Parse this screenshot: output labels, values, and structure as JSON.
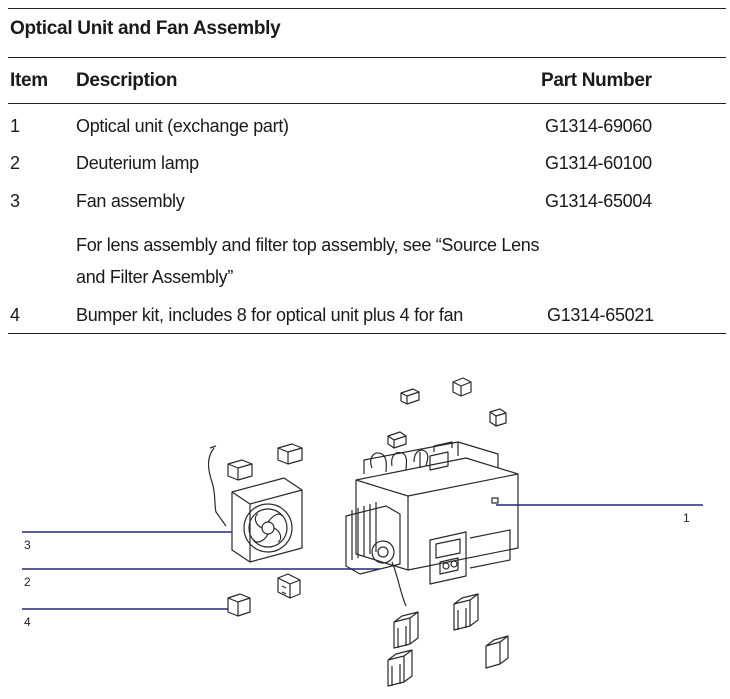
{
  "table": {
    "title": "Optical Unit and Fan Assembly",
    "headers": {
      "item": "Item",
      "description": "Description",
      "part_number": "Part Number"
    },
    "rows": [
      {
        "item": "1",
        "description": "Optical unit (exchange part)",
        "part_number": "G1314-69060"
      },
      {
        "item": "2",
        "description": "Deuterium lamp",
        "part_number": "G1314-60100"
      },
      {
        "item": "3",
        "description": "Fan assembly",
        "part_number": "G1314-65004"
      },
      {
        "item": "",
        "description_line1": "For lens assembly and filter top assembly, see “Source Lens",
        "description_line2": "and Filter Assembly”",
        "part_number": ""
      },
      {
        "item": "4",
        "description": "Bumper kit, includes 8 for optical unit plus 4 for fan",
        "part_number": "G1314-65021"
      }
    ]
  },
  "figure": {
    "callouts": {
      "c1": "1",
      "c2": "2",
      "c3": "3",
      "c4": "4"
    },
    "line_color": "#1f2a7a"
  }
}
